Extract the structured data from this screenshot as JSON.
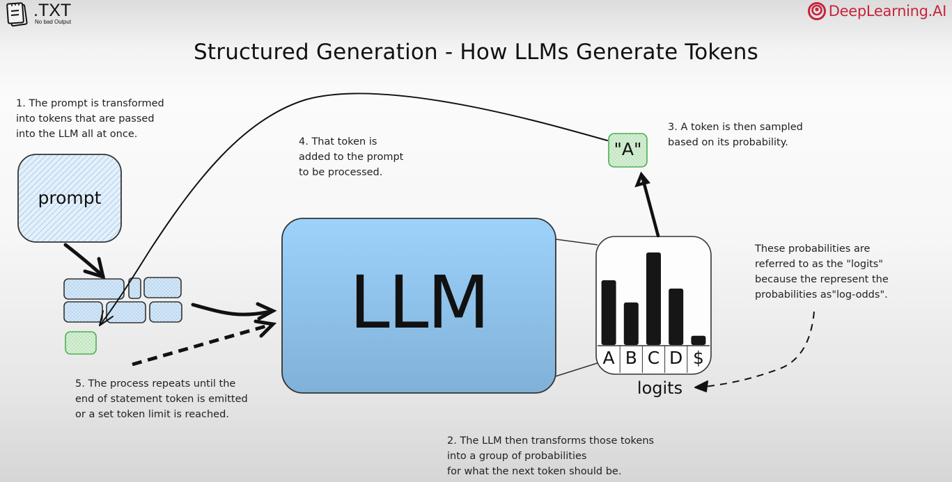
{
  "header": {
    "left_logo": {
      "icon": "notepad-icon",
      "brand": ".TXT",
      "tagline": "No bad Output"
    },
    "right_logo": {
      "icon": "deeplearning-swirl-icon",
      "brand": "DeepLearning.AI",
      "color": "#c9233a"
    }
  },
  "title": "Structured Generation - How LLMs Generate Tokens",
  "notes": {
    "step1": "1. The prompt is transformed\ninto tokens that are passed\ninto the LLM all at once.",
    "step2": "2. The LLM then transforms those tokens\ninto a group of probabilities\nfor what the next token should be.",
    "step3": "3. A token is then sampled\nbased on its probability.",
    "step4": "4. That token is\nadded to the prompt\nto be processed.",
    "step5": "5. The process repeats until the\nend of statement token is emitted\nor a set token limit is reached.",
    "logits_explainer": "These probabilities are\nreferred to as the \"logits\"\nbecause the represent the\nprobabilities as\"log-odds\"."
  },
  "nodes": {
    "prompt": "prompt",
    "llm": "LLM",
    "sampled_token": "\"A\"",
    "logits_caption": "logits"
  },
  "colors": {
    "prompt_fill": "#cfe3f5",
    "token_fill": "#d3e6f6",
    "new_token_fill": "#cfeccf",
    "new_token_stroke": "#4caf50",
    "llm_top": "#9dd2fb",
    "llm_bottom": "#82b3da",
    "bar": "#161616"
  },
  "chart_data": {
    "type": "bar",
    "title": "logits",
    "categories": [
      "A",
      "B",
      "C",
      "D",
      "$"
    ],
    "values": [
      0.7,
      0.46,
      1.0,
      0.61,
      0.1
    ],
    "xlabel": "",
    "ylabel": "",
    "ylim": [
      0,
      1
    ],
    "grid": false,
    "legend": "none"
  }
}
